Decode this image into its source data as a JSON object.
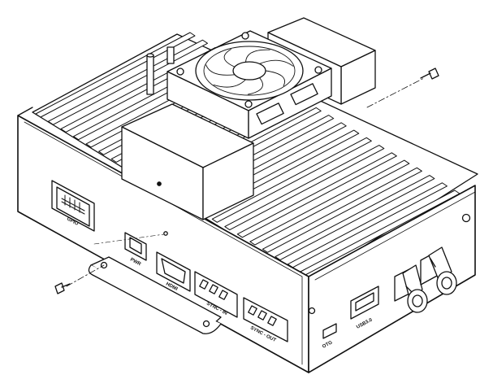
{
  "diagram": {
    "labels": {
      "gpio": "GPIO",
      "pwr": "PWR",
      "hdmi": "HDMI",
      "sync_in": "SYNC - IN",
      "sync_out": "SYNC - OUT",
      "usb": "USB3.0",
      "otg": "OTG"
    }
  }
}
